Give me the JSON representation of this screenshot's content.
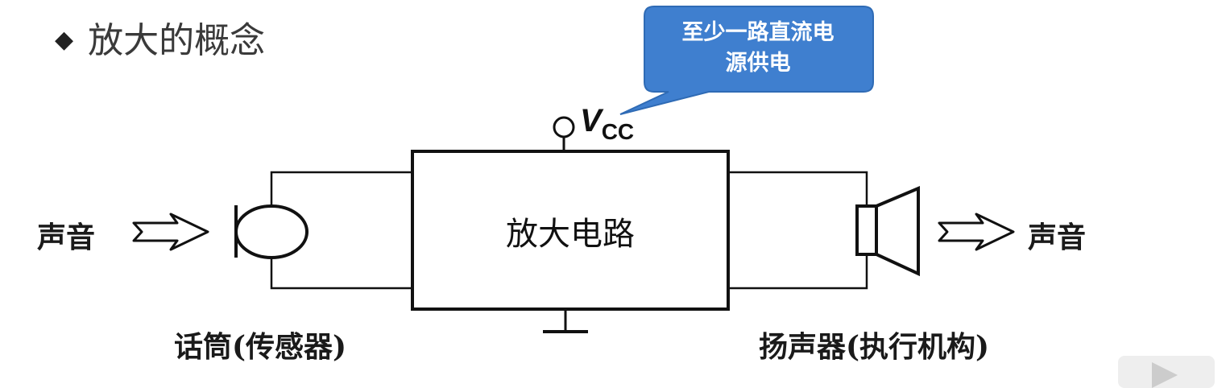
{
  "slide_title": "放大的概念",
  "callout": {
    "line1": "至少一路直流电",
    "line2": "源供电"
  },
  "vcc": {
    "main": "V",
    "sub": "CC"
  },
  "amplifier_label": "放大电路",
  "input_label": "声音",
  "output_label": "声音",
  "microphone_caption": "话筒(传感器)",
  "speaker_caption": "扬声器(执行机构)",
  "colors": {
    "callout_fill": "#3f7fcf",
    "callout_stroke": "#2f6bb5",
    "line": "#111111"
  },
  "icons": {
    "bullet": "diamond-bullet-icon",
    "mic": "microphone-icon",
    "speaker": "speaker-icon",
    "arrow": "hollow-arrow-icon",
    "play": "play-icon"
  }
}
